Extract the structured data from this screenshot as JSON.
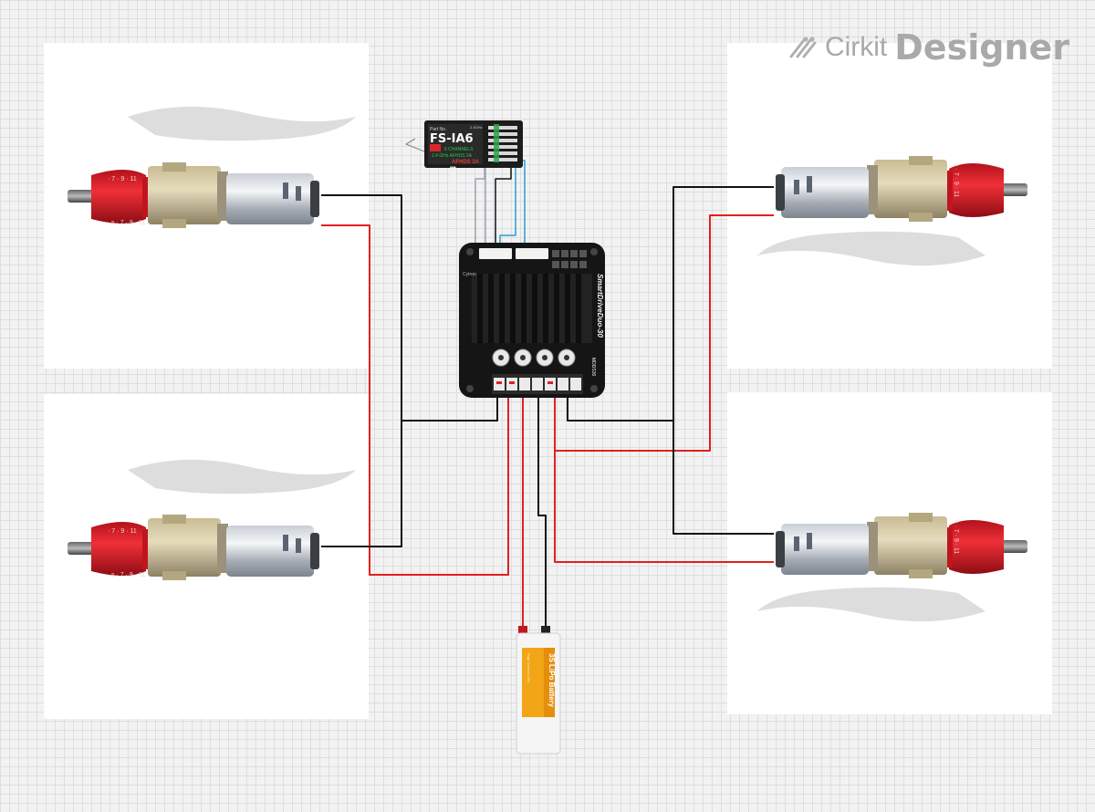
{
  "brand": {
    "name_light": "Cirkit",
    "name_bold": "Designer"
  },
  "receiver": {
    "part_for": "Part No.",
    "model": "FS-IA6",
    "line1": "6 CHANNELS",
    "line2": "2.4 GHz AFHDS 2A",
    "line3": "AFHDS 2A",
    "freq_label": "2.4GHz"
  },
  "driver": {
    "model": "MDDS30",
    "name": "SmartDriveDuo-30",
    "brand": "Cytron",
    "side_label": "MDDS30"
  },
  "battery": {
    "label": "3S LiPo Battery",
    "sub": "High Current LiPo"
  },
  "colors": {
    "wire_black": "#111111",
    "wire_red": "#e02020",
    "wire_blue": "#2a9fd6",
    "wire_gray": "#9aa5b1",
    "motor_red": "#d8202a",
    "battery_orange": "#f2a516",
    "board_black": "#151515"
  },
  "icons": [
    "cirkit-logo-icon",
    "dc-motor-icon",
    "rc-receiver-icon",
    "motor-driver-icon",
    "lipo-battery-icon"
  ]
}
